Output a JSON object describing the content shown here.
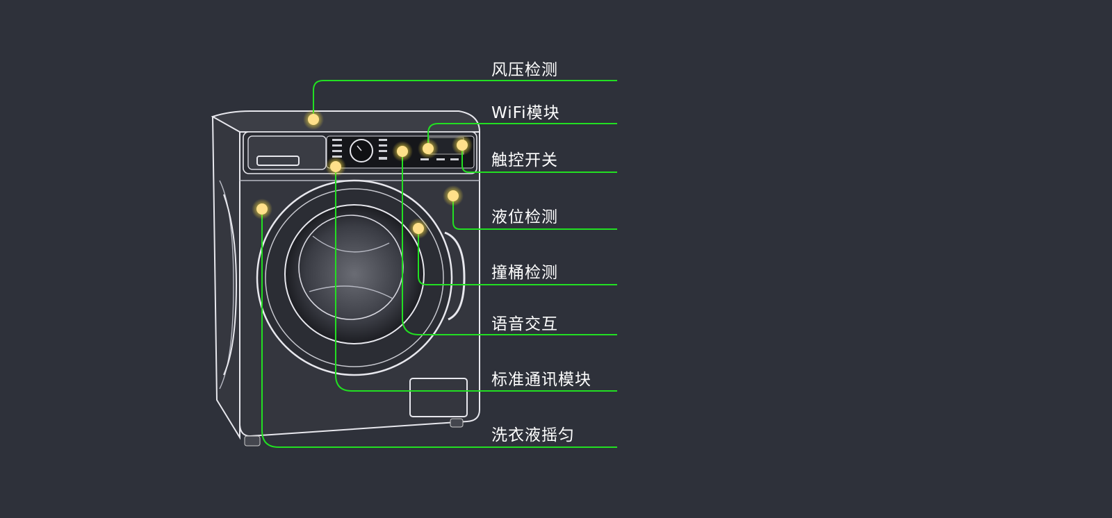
{
  "title": "Washing machine sensor/module diagram",
  "colors": {
    "background": "#2e313a",
    "leader_line": "#22e022",
    "marker": "#ffe08a"
  },
  "labels": [
    {
      "id": "wind-pressure",
      "text": "风压检测"
    },
    {
      "id": "wifi",
      "text": "WiFi模块"
    },
    {
      "id": "touch",
      "text": "触控开关"
    },
    {
      "id": "liquid-level",
      "text": "液位检测"
    },
    {
      "id": "drum-collision",
      "text": "撞桶检测"
    },
    {
      "id": "voice",
      "text": "语音交互"
    },
    {
      "id": "comm",
      "text": "标准通讯模块"
    },
    {
      "id": "detergent",
      "text": "洗衣液摇匀"
    }
  ]
}
